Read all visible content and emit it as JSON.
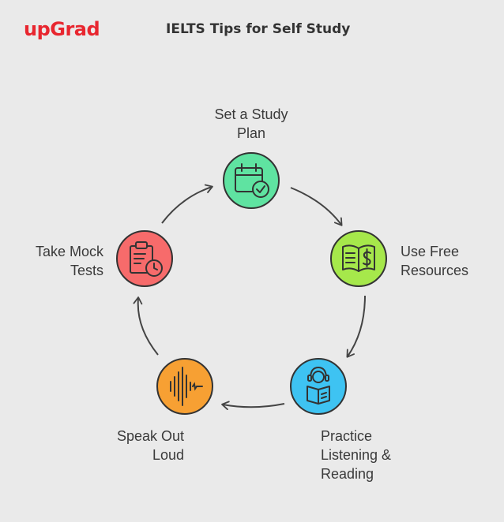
{
  "brand": {
    "logo_text": "upGrad"
  },
  "title": "IELTS Tips for Self Study",
  "steps": [
    {
      "label_lines": [
        "Set a Study",
        "Plan"
      ],
      "icon": "calendar-check-icon",
      "color": "#5fe3a1"
    },
    {
      "label_lines": [
        "Use Free",
        "Resources"
      ],
      "icon": "book-dollar-icon",
      "color": "#a6e84b"
    },
    {
      "label_lines": [
        "Practice",
        "Listening &",
        "Reading"
      ],
      "icon": "reader-headphones-icon",
      "color": "#3ec3f2"
    },
    {
      "label_lines": [
        "Speak Out",
        "Loud"
      ],
      "icon": "sound-wave-icon",
      "color": "#f7a033"
    },
    {
      "label_lines": [
        "Take Mock",
        "Tests"
      ],
      "icon": "clipboard-clock-icon",
      "color": "#f76b6b"
    }
  ]
}
